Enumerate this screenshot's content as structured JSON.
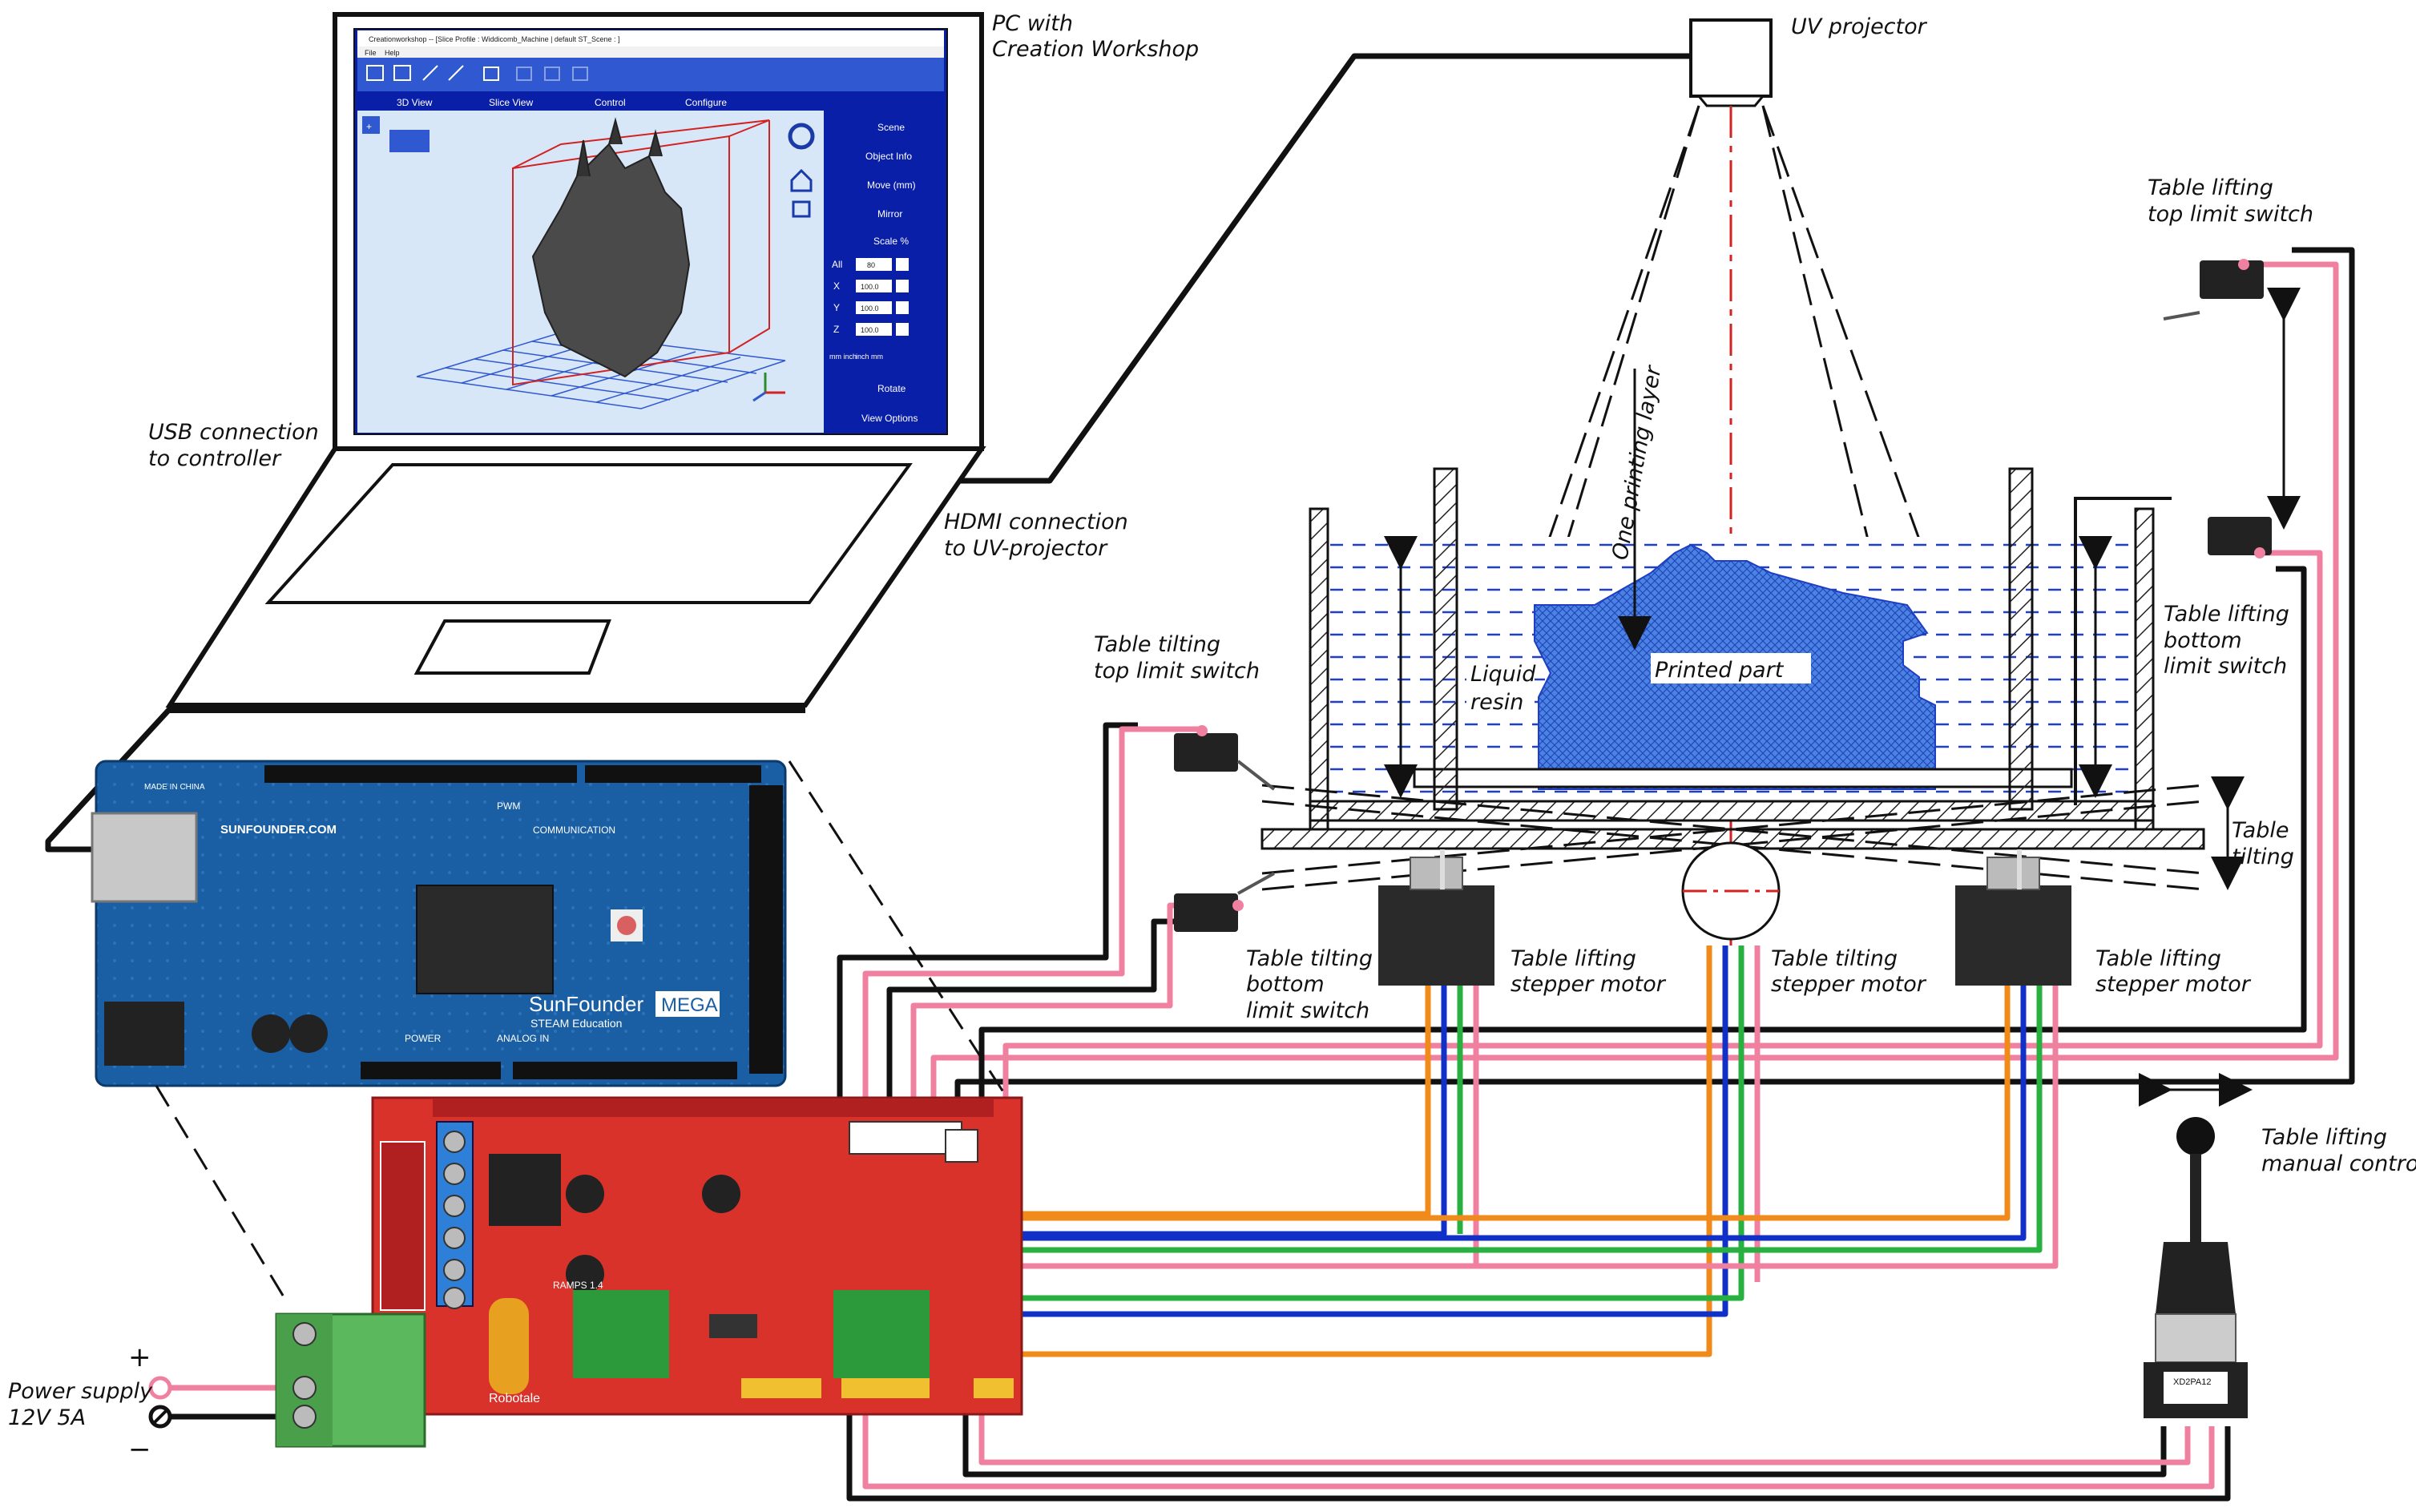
{
  "labels": {
    "pc": [
      "PC with",
      "Creation Workshop"
    ],
    "usb": [
      "USB connection",
      "to controller"
    ],
    "hdmi": [
      "HDMI connection",
      "to UV-projector"
    ],
    "uv_projector": "UV projector",
    "printing_layer": "One printing layer",
    "printed_part": "Printed part",
    "liquid_resin": [
      "Liquid",
      "resin"
    ],
    "tilt_top_switch": [
      "Table tilting",
      "top limit switch"
    ],
    "tilt_bottom_switch": [
      "Table tilting",
      "bottom",
      "limit switch"
    ],
    "lift_top_switch": [
      "Table lifting",
      "top limit switch"
    ],
    "lift_bottom_switch": [
      "Table lifting",
      "bottom",
      "limit switch"
    ],
    "table_tilting": [
      "Table",
      "tilting"
    ],
    "lift_motor_left": [
      "Table lifting",
      "stepper motor"
    ],
    "tilt_motor": [
      "Table tilting",
      "stepper motor"
    ],
    "lift_motor_right": [
      "Table lifting",
      "stepper motor"
    ],
    "manual_control": [
      "Table lifting",
      "manual control"
    ],
    "power_supply": [
      "Power supply",
      "12V 5A"
    ],
    "plus": "+",
    "minus": "−"
  },
  "software": {
    "title": "Creationworkshop -- [Slice Profile : Widdicomb_Machine | default ST_Scene : ]",
    "menu": [
      "File",
      "Help"
    ],
    "tabs": [
      "3D View",
      "Slice View",
      "Control",
      "Configure"
    ],
    "panel_items": [
      "Scene",
      "Object Info",
      "Move (mm)",
      "Mirror",
      "Scale %",
      "Rotate",
      "View Options"
    ],
    "scale_rows": [
      {
        "axis": "All",
        "value": "80"
      },
      {
        "axis": "X",
        "value": "100.0"
      },
      {
        "axis": "Y",
        "value": "100.0"
      },
      {
        "axis": "Z",
        "value": "100.0"
      }
    ],
    "units": [
      "mm inch",
      "inch mm"
    ]
  },
  "arduino": {
    "site": "SUNFOUNDER.COM",
    "brand": "SunFounder",
    "model": "MEGA",
    "sub": "STEAM Education",
    "headers": [
      "PWM",
      "COMMUNICATION",
      "POWER",
      "ANALOG IN"
    ],
    "made_in": "MADE IN CHINA"
  },
  "ramps": {
    "name": "RAMPS 1.4",
    "maker": "Robotale"
  },
  "joystick_model": "XD2PA12",
  "colors": {
    "pc_screen": "#0a1fa8",
    "arduino": "#1a5fa3",
    "ramps": "#d8322b",
    "resin": "#1f3fc8",
    "part": "#4a82e6",
    "terminal": "#5cb85c",
    "wire_pink": "#f080a0",
    "wire_black": "#111111",
    "wire_orange": "#f08a1a",
    "wire_blue": "#1030c8",
    "wire_green": "#28b040",
    "axis_red": "#d22222"
  }
}
